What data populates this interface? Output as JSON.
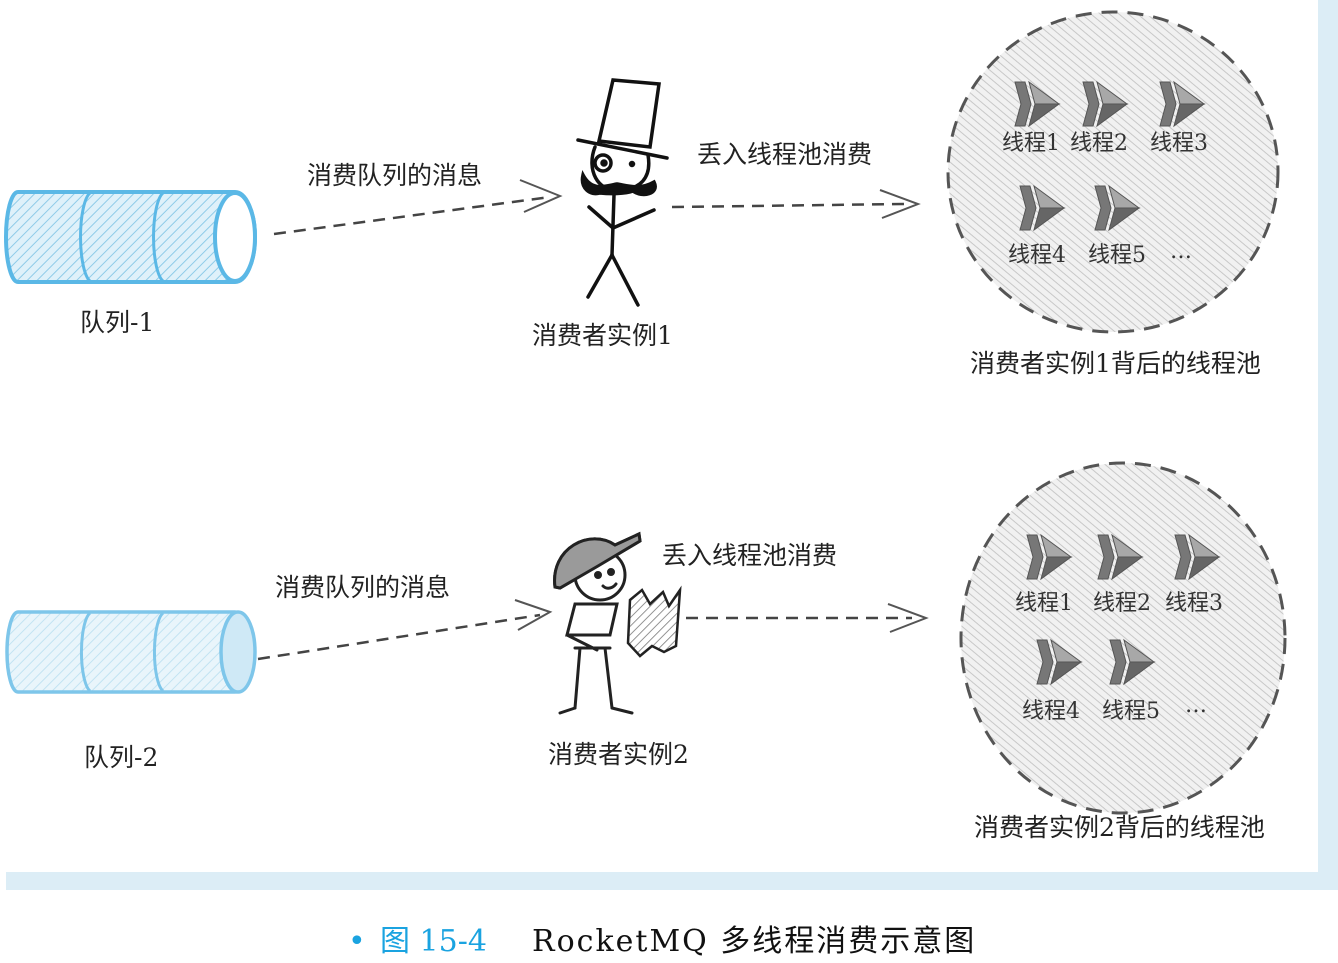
{
  "colors": {
    "queue_stroke": "#5bb8e6",
    "queue_fill": "#d6eef9",
    "panel_edge": "#dcedf6",
    "caption_accent": "#1aa3e0",
    "ink": "#222222",
    "pool_stroke": "#555555",
    "arrow_dark": "#6a6a6a",
    "arrow_light": "#a8a8a8"
  },
  "rows": [
    {
      "queue_label": "队列-1",
      "consume_label": "消费队列的消息",
      "consumer_label": "消费者实例1",
      "consumer_figure": "top-hat-stick-figure",
      "dispatch_label": "丢入线程池消费",
      "pool_label": "消费者实例1背后的线程池",
      "threads": [
        "线程1",
        "线程2",
        "线程3",
        "线程4",
        "线程5"
      ],
      "ellipsis": "…"
    },
    {
      "queue_label": "队列-2",
      "consume_label": "消费队列的消息",
      "consumer_label": "消费者实例2",
      "consumer_figure": "cap-map-stick-figure",
      "dispatch_label": "丢入线程池消费",
      "pool_label": "消费者实例2背后的线程池",
      "threads": [
        "线程1",
        "线程2",
        "线程3",
        "线程4",
        "线程5"
      ],
      "ellipsis": "…"
    }
  ],
  "caption": {
    "bullet": "•",
    "figure_number": "图 15-4",
    "title": "RocketMQ 多线程消费示意图"
  }
}
